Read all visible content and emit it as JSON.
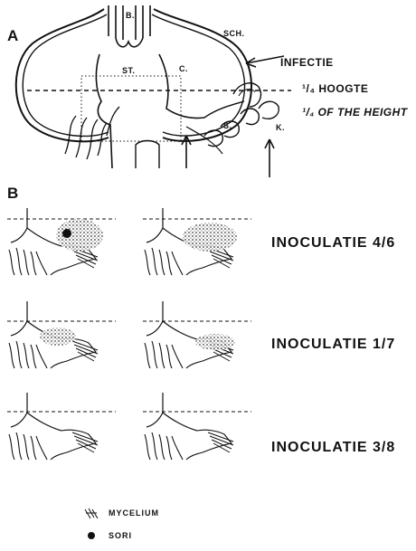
{
  "panel_a": {
    "letter": "A",
    "labels": {
      "b": "B.",
      "sch": "SCH.",
      "st": "ST.",
      "c": "C.",
      "s": "S.",
      "k": "K."
    },
    "infection_label": "INFECTIE",
    "height_nl": "¹/₄ HOOGTE",
    "height_en": "¹/₄ OF THE HEIGHT"
  },
  "panel_b": {
    "letter": "B",
    "rows": [
      {
        "label": "INOCULATIE 4/6"
      },
      {
        "label": "INOCULATIE 1/7"
      },
      {
        "label": "INOCULATIE 3/8"
      }
    ]
  },
  "legend": {
    "items": [
      {
        "label": "MYCELIUM",
        "icon": "hatch-icon"
      },
      {
        "label": "SORI",
        "icon": "filled-dot-icon"
      }
    ]
  }
}
